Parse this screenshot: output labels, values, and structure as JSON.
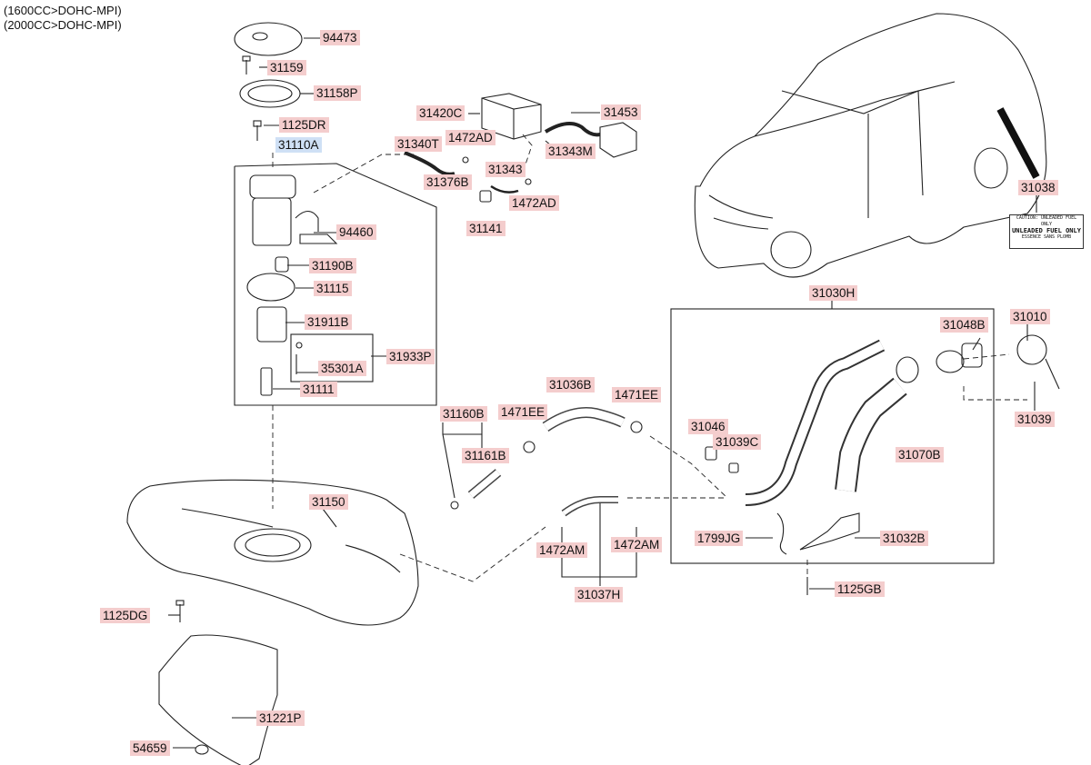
{
  "header": {
    "line1": "(1600CC>DOHC-MPI)",
    "line2": "(2000CC>DOHC-MPI)"
  },
  "parts": [
    "94473",
    "31159",
    "31158P",
    "1125DR",
    "31110A",
    "94460",
    "31190B",
    "31115",
    "31911B",
    "31933P",
    "35301A",
    "31111",
    "31420C",
    "31340T",
    "1472AD",
    "31343M",
    "31453",
    "31376B",
    "31343",
    "1472AD",
    "31141",
    "31038",
    "31030H",
    "31048B",
    "31010",
    "31039",
    "31046",
    "31039C",
    "31070B",
    "1799JG",
    "31032B",
    "1125GB",
    "31036B",
    "1471EE",
    "1471EE",
    "31160B",
    "31161B",
    "31150",
    "1472AM",
    "1472AM",
    "31037H",
    "1125DG",
    "31221P",
    "54659"
  ],
  "selected_part": "31110A",
  "label_text": {
    "line1": "CAUTION: UNLEADED FUEL ONLY",
    "line2": "UNLEADED FUEL ONLY",
    "line3": "ESSENCE SANS PLOMB"
  }
}
